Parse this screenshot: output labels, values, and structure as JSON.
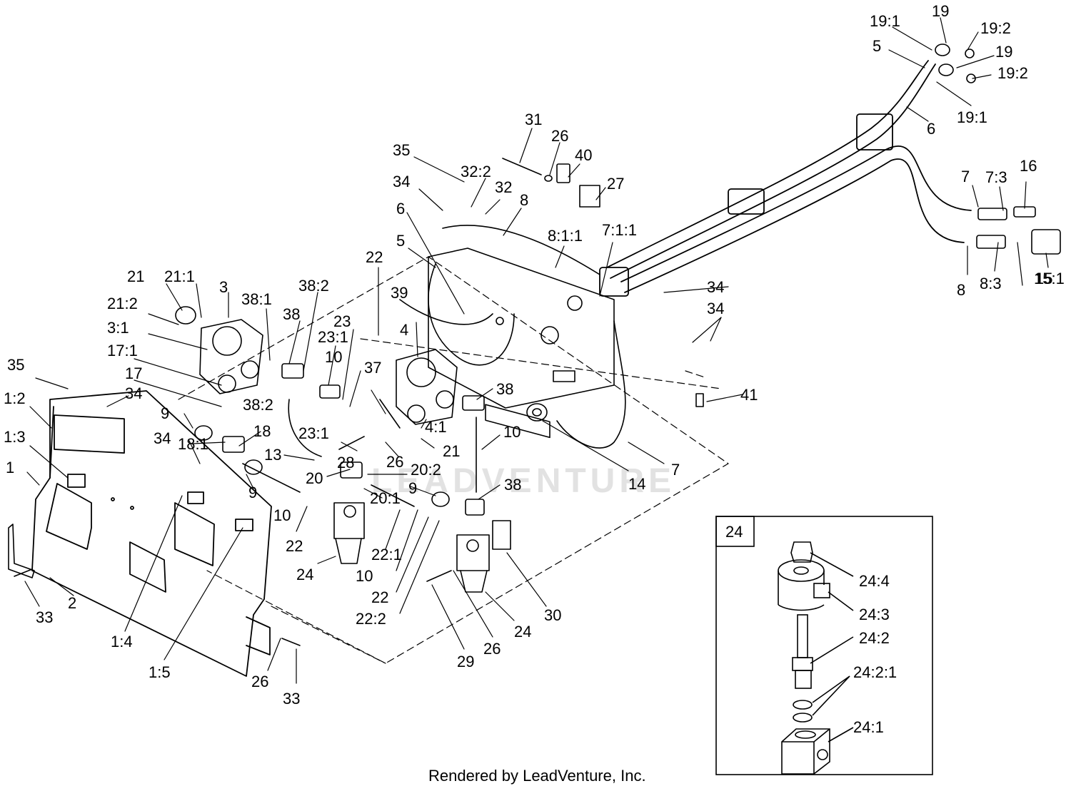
{
  "footer": {
    "text": "Rendered by LeadVenture, Inc."
  },
  "watermark": {
    "text": "LEADVENTURE"
  },
  "inset": {
    "tag": "24"
  },
  "colors": {
    "line": "#000000",
    "watermark": "#e2e2e2",
    "background": "#ffffff"
  },
  "callouts": [
    "19:1",
    "19",
    "19:2",
    "5",
    "19",
    "19:2",
    "19:1",
    "6",
    "31",
    "26",
    "40",
    "27",
    "35",
    "32:2",
    "32",
    "8",
    "34",
    "7",
    "7:3",
    "16",
    "6",
    "8:1:1",
    "7:1:1",
    "5",
    "22",
    "8",
    "8:3",
    "15:1",
    "15",
    "21",
    "21:1",
    "3",
    "21:2",
    "3:1",
    "38:1",
    "38:2",
    "38",
    "23:1",
    "23",
    "39",
    "34",
    "34",
    "17:1",
    "17",
    "35",
    "1:2",
    "1:3",
    "1",
    "34",
    "9",
    "18:1",
    "38:2",
    "18",
    "34",
    "9",
    "13",
    "10",
    "37",
    "4",
    "38",
    "4:1",
    "21",
    "26",
    "28",
    "10",
    "41",
    "14",
    "7",
    "20",
    "20:2",
    "9",
    "38",
    "20:1",
    "10",
    "22",
    "24",
    "22:1",
    "10",
    "22",
    "22:2",
    "30",
    "24",
    "29",
    "26",
    "2",
    "33",
    "1:4",
    "1:5",
    "26",
    "33",
    "24:4",
    "24:3",
    "24:2",
    "24:2:1",
    "24:1",
    "23:1"
  ]
}
